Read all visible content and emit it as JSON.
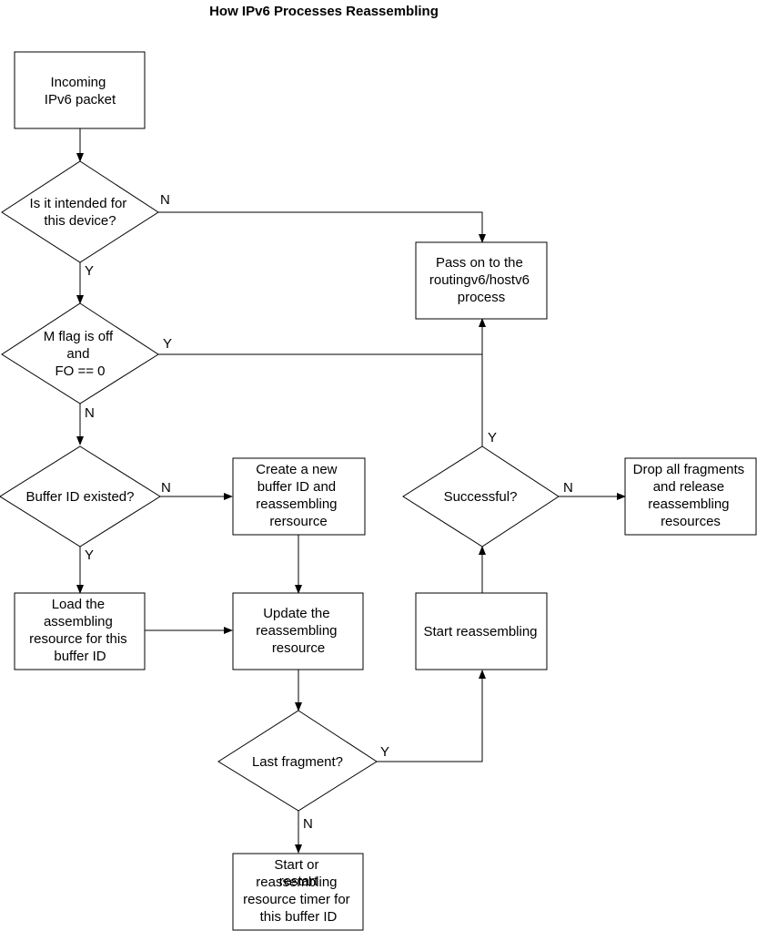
{
  "title": "How IPv6 Processes Reassembling",
  "nodes": {
    "incoming": [
      "Incoming",
      "IPv6 packet"
    ],
    "intended": [
      "Is it intended for",
      "this device?"
    ],
    "mflag": [
      "M flag is off",
      "and",
      "FO == 0"
    ],
    "buffer_exists": [
      "Buffer ID existed?"
    ],
    "load_resource": [
      "Load the",
      "assembling",
      "resource for this",
      "buffer ID"
    ],
    "create_buffer": [
      "Create a new",
      "buffer ID and",
      "reassembling",
      "rersource"
    ],
    "update_resource": [
      "Update the",
      "reassembling",
      "resource"
    ],
    "last_fragment": [
      "Last fragment?"
    ],
    "start_timer": [
      "Start or",
      "restart",
      "reassembling",
      "resource timer for",
      "this buffer ID"
    ],
    "pass_on": [
      "Pass on to the",
      "routingv6/hostv6",
      "process"
    ],
    "successful": [
      "Successful?"
    ],
    "drop_all": [
      "Drop all fragments",
      "and release",
      "reassembling",
      "resources"
    ],
    "start_reassembling": [
      "Start reassembling"
    ]
  },
  "edge_labels": {
    "intended_no": "N",
    "intended_yes": "Y",
    "mflag_yes": "Y",
    "mflag_no": "N",
    "buffer_no": "N",
    "buffer_yes": "Y",
    "last_yes": "Y",
    "last_no": "N",
    "success_yes": "Y",
    "success_no": "N"
  }
}
